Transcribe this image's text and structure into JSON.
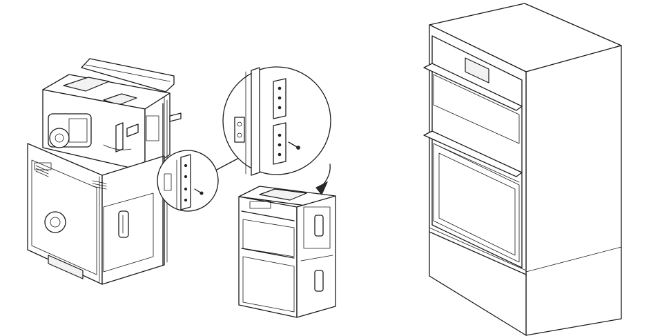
{
  "figure": {
    "panels": [
      "rear-view-oven-installation",
      "front-view-oven-with-mounting-detail",
      "installed-oven-in-cabinet"
    ],
    "icons": [
      "screw-icon",
      "mounting-bracket-icon",
      "insert-arrow-icon"
    ],
    "colors": {
      "line": "#1a1a1a",
      "background": "#ffffff",
      "panel": "#f2f2f2"
    }
  }
}
